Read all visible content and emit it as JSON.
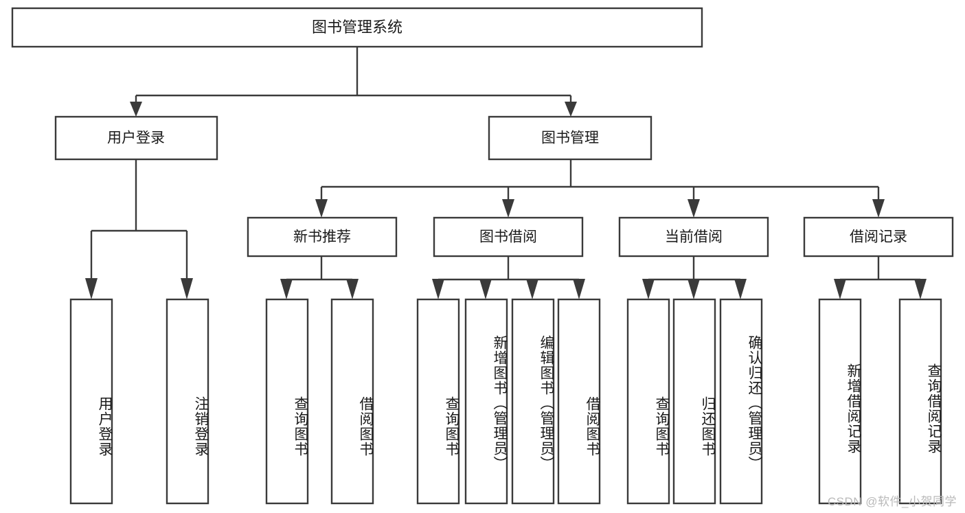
{
  "diagram": {
    "type": "tree",
    "title": "图书管理系统",
    "orientation": "top-down",
    "watermark": "CSDN @软件_小贺同学",
    "colors": {
      "stroke": "#3a3a3a",
      "fill": "#ffffff",
      "text": "#1a1a1a",
      "watermark": "#b9b9b9"
    },
    "nodes": {
      "root": {
        "label": "图书管理系统",
        "level": 1,
        "orientation": "horizontal"
      },
      "n_user_login": {
        "label": "用户登录",
        "level": 2,
        "orientation": "horizontal"
      },
      "n_book_manage": {
        "label": "图书管理",
        "level": 2,
        "orientation": "horizontal"
      },
      "n_new_book_rec": {
        "label": "新书推荐",
        "level": 3,
        "orientation": "horizontal"
      },
      "n_book_borrow": {
        "label": "图书借阅",
        "level": 3,
        "orientation": "horizontal"
      },
      "n_current_borrow": {
        "label": "当前借阅",
        "level": 3,
        "orientation": "horizontal"
      },
      "n_borrow_record": {
        "label": "借阅记录",
        "level": 3,
        "orientation": "horizontal"
      },
      "l_user_login": {
        "label": "用户登录",
        "level": 4,
        "orientation": "vertical"
      },
      "l_logout": {
        "label": "注销登录",
        "level": 4,
        "orientation": "vertical"
      },
      "l_query_book_1": {
        "label": "查询图书",
        "level": 4,
        "orientation": "vertical"
      },
      "l_borrow_book_1": {
        "label": "借阅图书",
        "level": 4,
        "orientation": "vertical"
      },
      "l_query_book_2": {
        "label": "查询图书",
        "level": 4,
        "orientation": "vertical"
      },
      "l_add_book": {
        "label": "新增图书（管理员）",
        "level": 4,
        "orientation": "vertical"
      },
      "l_edit_book": {
        "label": "编辑图书（管理员）",
        "level": 4,
        "orientation": "vertical"
      },
      "l_borrow_book_2": {
        "label": "借阅图书",
        "level": 4,
        "orientation": "vertical"
      },
      "l_query_book_3": {
        "label": "查询图书",
        "level": 4,
        "orientation": "vertical"
      },
      "l_return_book": {
        "label": "归还图书",
        "level": 4,
        "orientation": "vertical"
      },
      "l_confirm_return": {
        "label": "确认归还（管理员）",
        "level": 4,
        "orientation": "vertical"
      },
      "l_add_record": {
        "label": "新增借阅记录",
        "level": 4,
        "orientation": "vertical"
      },
      "l_query_record": {
        "label": "查询借阅记录",
        "level": 4,
        "orientation": "vertical"
      }
    },
    "edges": [
      {
        "from": "root",
        "to": "n_user_login"
      },
      {
        "from": "root",
        "to": "n_book_manage"
      },
      {
        "from": "n_user_login",
        "to": "l_user_login"
      },
      {
        "from": "n_user_login",
        "to": "l_logout"
      },
      {
        "from": "n_book_manage",
        "to": "n_new_book_rec"
      },
      {
        "from": "n_book_manage",
        "to": "n_book_borrow"
      },
      {
        "from": "n_book_manage",
        "to": "n_current_borrow"
      },
      {
        "from": "n_book_manage",
        "to": "n_borrow_record"
      },
      {
        "from": "n_new_book_rec",
        "to": "l_query_book_1"
      },
      {
        "from": "n_new_book_rec",
        "to": "l_borrow_book_1"
      },
      {
        "from": "n_book_borrow",
        "to": "l_query_book_2"
      },
      {
        "from": "n_book_borrow",
        "to": "l_add_book"
      },
      {
        "from": "n_book_borrow",
        "to": "l_edit_book"
      },
      {
        "from": "n_book_borrow",
        "to": "l_borrow_book_2"
      },
      {
        "from": "n_current_borrow",
        "to": "l_query_book_3"
      },
      {
        "from": "n_current_borrow",
        "to": "l_return_book"
      },
      {
        "from": "n_current_borrow",
        "to": "l_confirm_return"
      },
      {
        "from": "n_borrow_record",
        "to": "l_add_record"
      },
      {
        "from": "n_borrow_record",
        "to": "l_query_record"
      }
    ]
  }
}
